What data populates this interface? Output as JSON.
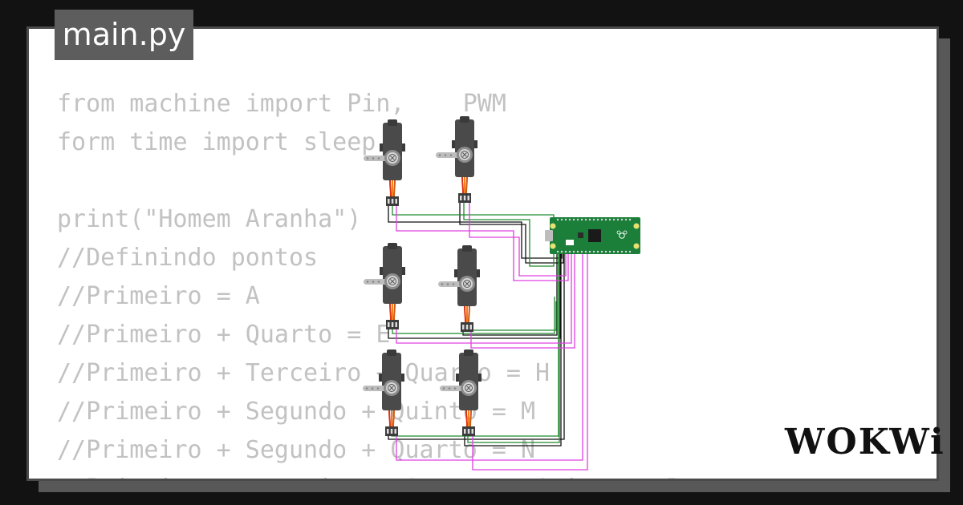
{
  "tab": {
    "filename": "main.py"
  },
  "code": {
    "lines": [
      "from machine import Pin,    PWM",
      "form time import sleep",
      "",
      "print(\"Homem Aranha\")",
      "//Definindo pontos",
      "//Primeiro = A",
      "//Primeiro + Quarto = E",
      "//Primeiro + Terceiro + Quarto = H",
      "//Primeiro + Segundo + Quinto = M",
      "//Primeiro + Segundo + Quarto = N",
      "//Primeiro + Terceiro + Quarto + Quinto = P"
    ]
  },
  "brand": {
    "logo_text": "WOKWi"
  },
  "colors": {
    "background": "#121212",
    "card": "#ffffff",
    "code_text": "#c2c2c2",
    "tab_bg": "#5d5d5d",
    "board_green": "#1b7f3a",
    "wire_black": "#111111",
    "wire_green": "#1f8a2e",
    "wire_magenta": "#e040e0",
    "servo_body": "#4a4a4a",
    "servo_red_wire": "#e03010",
    "servo_orange_wire": "#f08020"
  }
}
